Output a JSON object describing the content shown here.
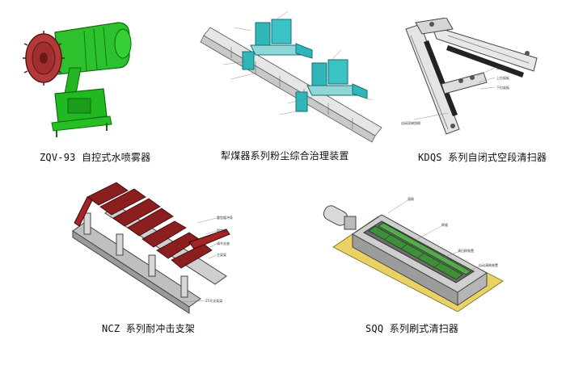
{
  "products": [
    {
      "caption": "ZQV-93 自控式水喷雾器",
      "icon": "water-sprayer-icon"
    },
    {
      "caption": "犁煤器系列粉尘综合治理装置",
      "icon": "plow-dust-control-icon"
    },
    {
      "caption": "KDQS 系列自闭式空段清扫器",
      "icon": "v-plough-cleaner-icon"
    },
    {
      "caption": "NCZ 系列耐冲击支架",
      "icon": "impact-bed-icon"
    },
    {
      "caption": "SQQ 系列刷式清扫器",
      "icon": "brush-cleaner-icon"
    }
  ],
  "colors": {
    "sprayer_green": "#22b822",
    "sprayer_red": "#b23a3a",
    "device_teal": "#2fb6b9",
    "impact_red": "#8b1e1e",
    "brush_green": "#3f8f3a",
    "base_yellow": "#e8d266"
  }
}
